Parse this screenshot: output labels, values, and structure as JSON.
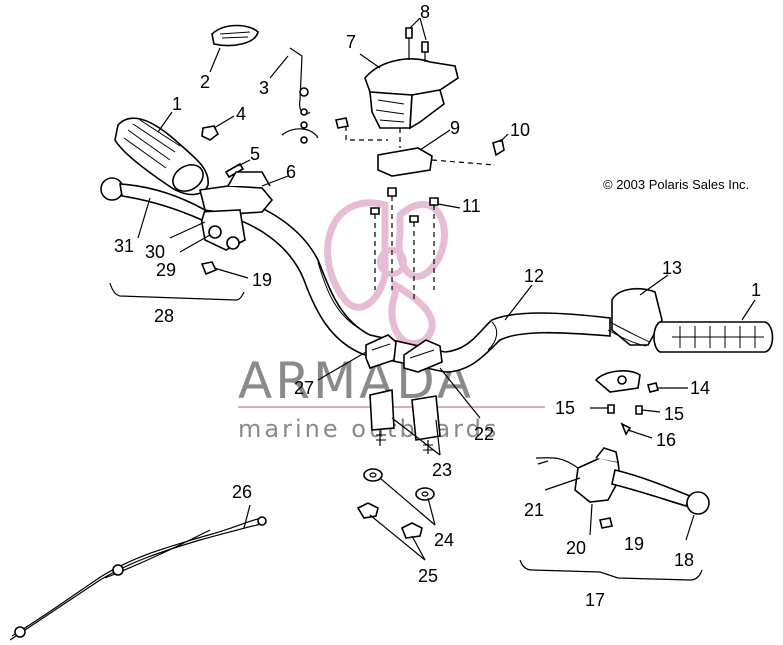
{
  "copyright": "© 2003 Polaris Sales Inc.",
  "watermark": {
    "brand": "ARMADA",
    "tagline": "marine outboards",
    "color": "#e0a7c9"
  },
  "callouts": [
    {
      "id": "c1",
      "text": "1"
    },
    {
      "id": "c1b",
      "text": "1"
    },
    {
      "id": "c2",
      "text": "2"
    },
    {
      "id": "c3",
      "text": "3"
    },
    {
      "id": "c4",
      "text": "4"
    },
    {
      "id": "c5",
      "text": "5"
    },
    {
      "id": "c6",
      "text": "6"
    },
    {
      "id": "c7",
      "text": "7"
    },
    {
      "id": "c8",
      "text": "8"
    },
    {
      "id": "c9",
      "text": "9"
    },
    {
      "id": "c10",
      "text": "10"
    },
    {
      "id": "c11",
      "text": "11"
    },
    {
      "id": "c12",
      "text": "12"
    },
    {
      "id": "c13",
      "text": "13"
    },
    {
      "id": "c14",
      "text": "14"
    },
    {
      "id": "c15",
      "text": "15"
    },
    {
      "id": "c15b",
      "text": "15"
    },
    {
      "id": "c16",
      "text": "16"
    },
    {
      "id": "c17",
      "text": "17"
    },
    {
      "id": "c18",
      "text": "18"
    },
    {
      "id": "c19",
      "text": "19"
    },
    {
      "id": "c19b",
      "text": "19"
    },
    {
      "id": "c20",
      "text": "20"
    },
    {
      "id": "c21",
      "text": "21"
    },
    {
      "id": "c22",
      "text": "22"
    },
    {
      "id": "c23",
      "text": "23"
    },
    {
      "id": "c24",
      "text": "24"
    },
    {
      "id": "c25",
      "text": "25"
    },
    {
      "id": "c26",
      "text": "26"
    },
    {
      "id": "c27",
      "text": "27"
    },
    {
      "id": "c28",
      "text": "28"
    },
    {
      "id": "c29",
      "text": "29"
    },
    {
      "id": "c30",
      "text": "30"
    },
    {
      "id": "c31",
      "text": "31"
    }
  ]
}
